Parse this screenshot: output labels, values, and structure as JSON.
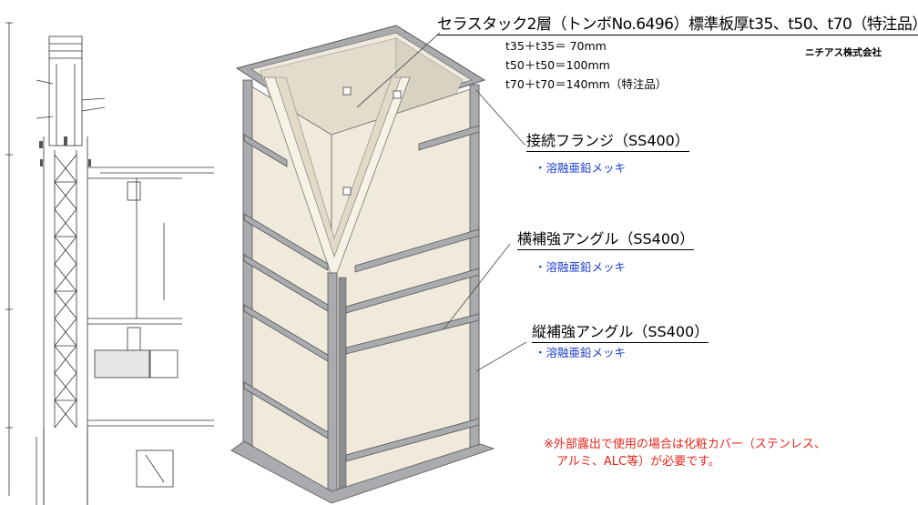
{
  "title": "セラスタック2層（トンボNo.6496）標準板厚t35、t50、t70（特注品）",
  "company": "ニチアス株式会社",
  "thickness_specs": [
    "t35＋t35＝ 70mm",
    "t50＋t50＝100mm",
    "t70＋t70＝140mm（特注品）"
  ],
  "parts": [
    {
      "name": "接続フランジ（SS400）",
      "finish": "・溶融亜鉛メッキ"
    },
    {
      "name": "横補強アングル（SS400）",
      "finish": "・溶融亜鉛メッキ"
    },
    {
      "name": "縦補強アングル（SS400）",
      "finish": "・溶融亜鉛メッキ"
    }
  ],
  "note_lines": [
    "※外部露出で使用の場合は化粧カバー（ステンレス、",
    "アルミ、ALC等）が必要です。"
  ],
  "colors": {
    "board": "#efeadb",
    "board_shadow": "#d8d2c0",
    "steel": "#a9abae",
    "steel_dark": "#6f7275",
    "finish_text": "#1c3fd0",
    "note_text": "#e8241a"
  }
}
